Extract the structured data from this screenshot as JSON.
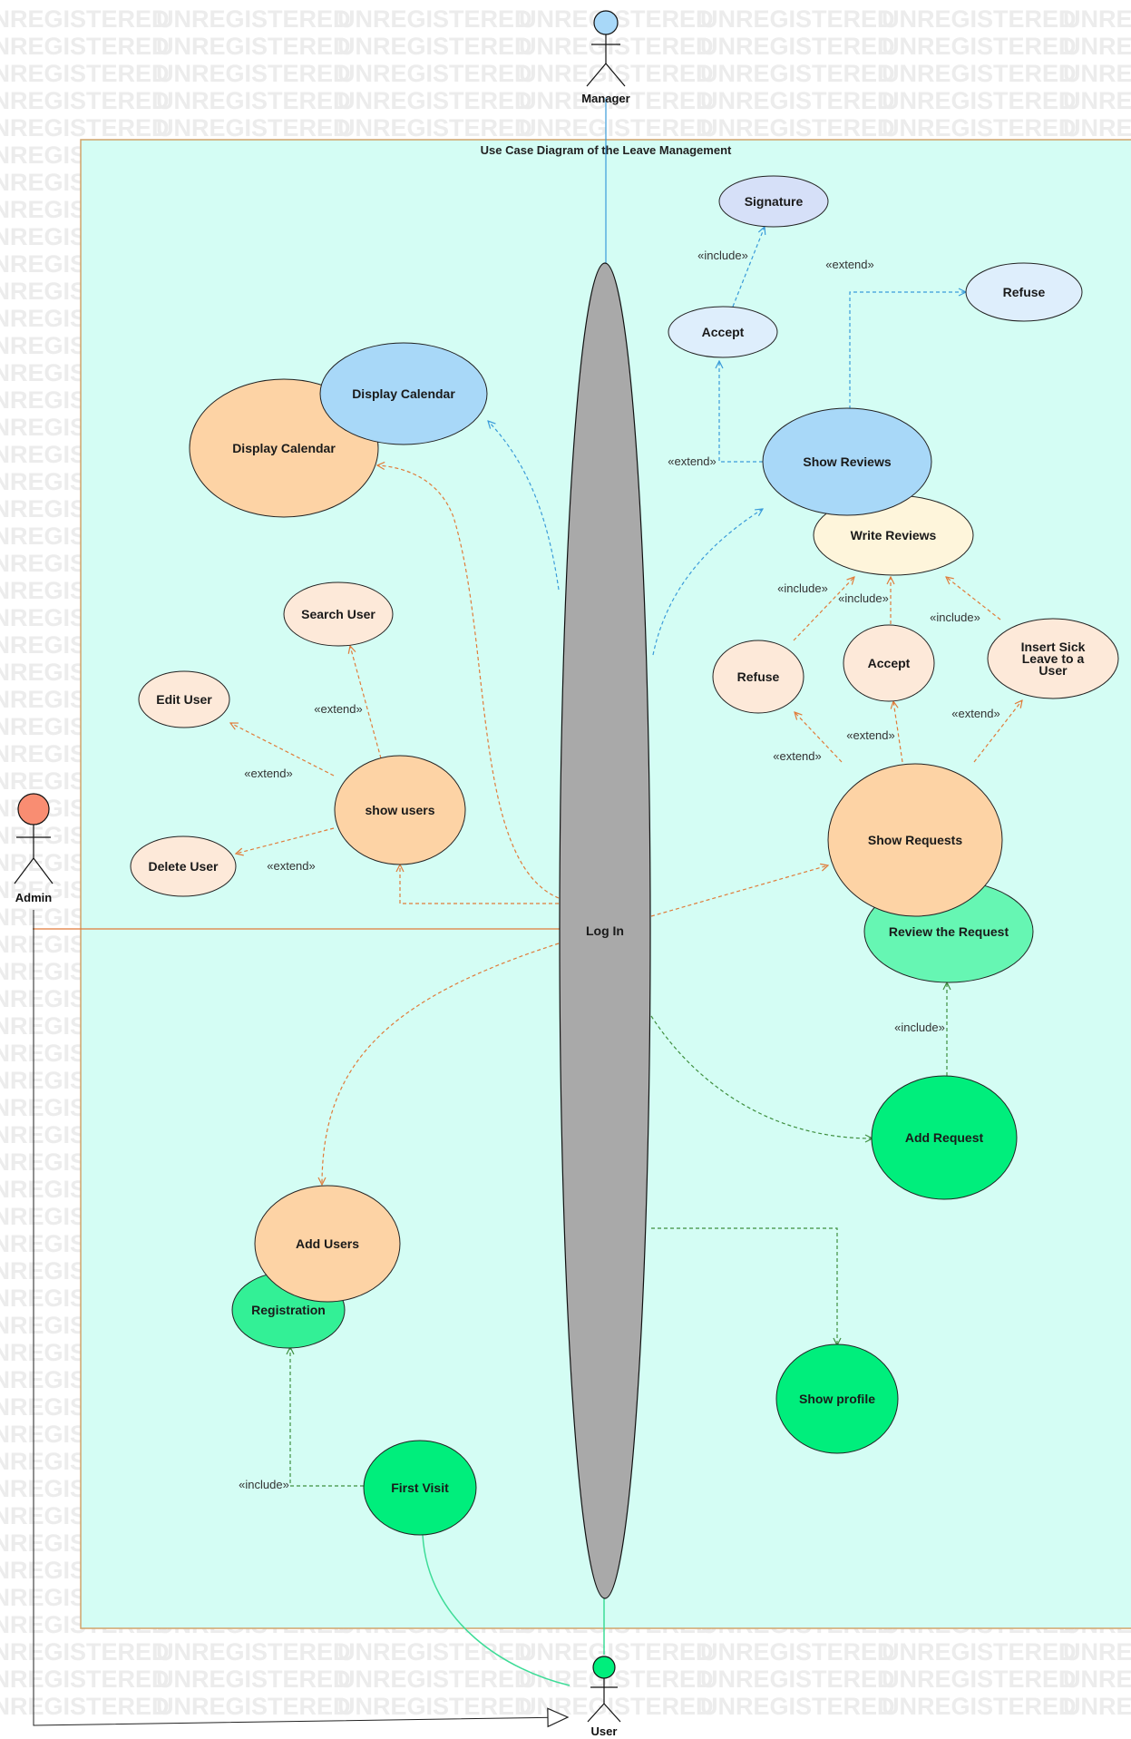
{
  "watermark": "UNREGISTERED",
  "frame": {
    "title": "Use Case Diagram of the Leave Management"
  },
  "actors": {
    "manager": "Manager",
    "admin": "Admin",
    "user": "User"
  },
  "usecases": {
    "login": "Log In",
    "signature": "Signature",
    "refuse_review": "Refuse",
    "accept_review": "Accept",
    "show_reviews": "Show Reviews",
    "write_reviews": "Write Reviews",
    "display_calendar_blue": "Display Calendar",
    "display_calendar_orange": "Display Calendar",
    "search_user": "Search User",
    "edit_user": "Edit User",
    "show_users": "show users",
    "delete_user": "Delete User",
    "refuse_request": "Refuse",
    "accept_request": "Accept",
    "insert_sick_line1": "Insert Sick",
    "insert_sick_line2": "Leave to a",
    "insert_sick_line3": "User",
    "show_requests": "Show Requests",
    "review_request": "Review the Request",
    "add_request": "Add Request",
    "add_users": "Add Users",
    "registration": "Registration",
    "show_profile": "Show profile",
    "first_visit": "First Visit"
  },
  "stereotypes": {
    "include": "«include»",
    "extend": "«extend»"
  },
  "colors": {
    "frame_fill": "#d4fdf4",
    "frame_border": "#d1a36b",
    "login_fill": "#a9a9a9",
    "blue_fill": "#a8d8f8",
    "pale_blue_fill": "#deeefc",
    "lavender_fill": "#d6e0f8",
    "orange_fill": "#fdd3a5",
    "pale_orange_fill": "#fde9d9",
    "yellow_fill": "#fef5db",
    "green_fill": "#00ee7c",
    "mint_fill": "#66f6b3",
    "admin_head": "#f98d72",
    "manager_head": "#a8d8f8",
    "user_head": "#00ee7c"
  }
}
